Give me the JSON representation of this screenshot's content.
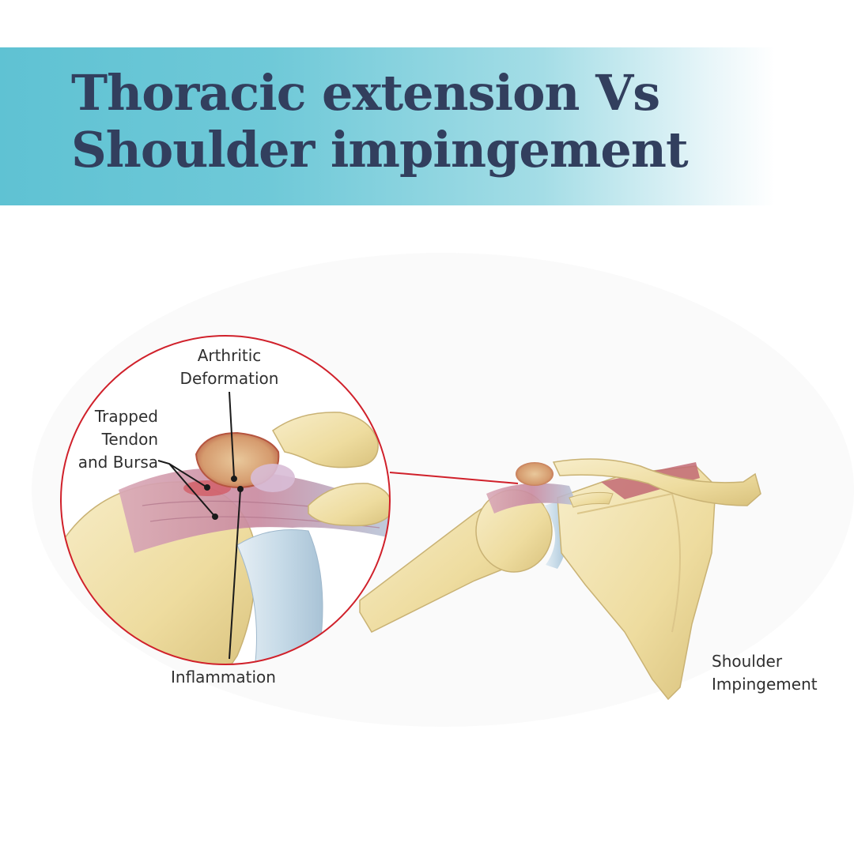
{
  "title": {
    "line1": "Thoracic extension Vs",
    "line2": "Shoulder impingement"
  },
  "labels": {
    "arthritic": [
      "Arthritic",
      "Deformation"
    ],
    "trapped": [
      "Trapped",
      "Tendon",
      "and Bursa"
    ],
    "inflammation": "Inflammation",
    "shoulder": [
      "Shoulder",
      "Impingement"
    ]
  },
  "colors": {
    "title_text": "#323f5e",
    "banner": "#5fc2d3",
    "magnifier_circle": "#d0202a",
    "bone": "#f1e3b4",
    "tendon": "#c98aa0",
    "cartilage": "#c7dbe8"
  }
}
